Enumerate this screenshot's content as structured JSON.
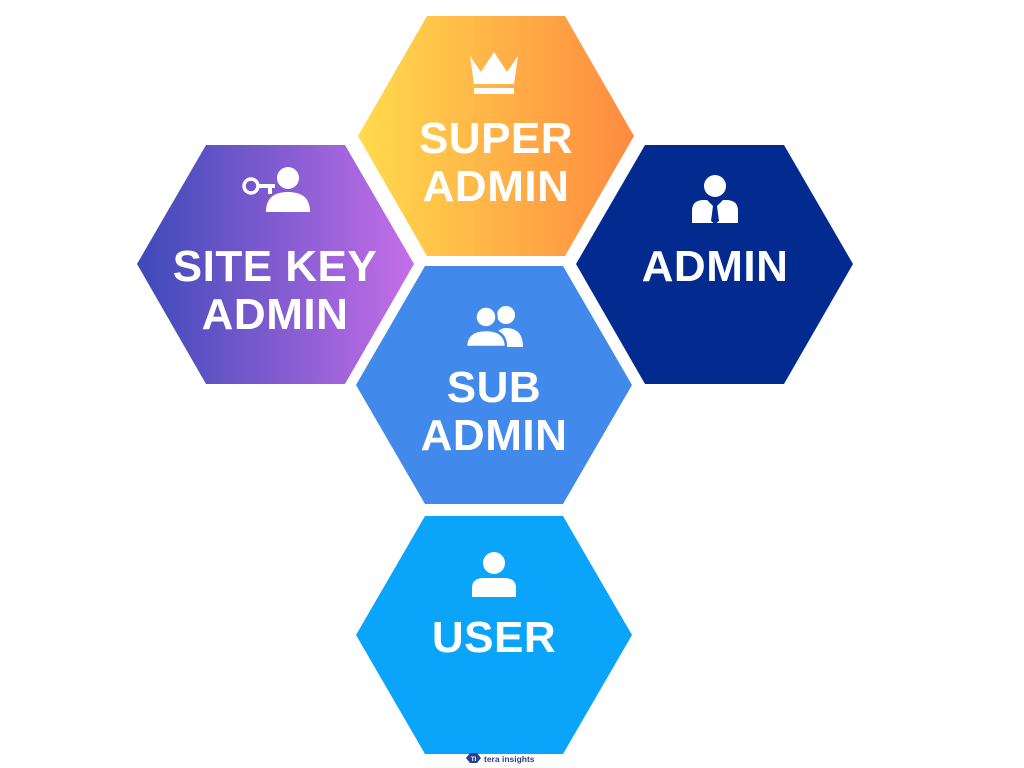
{
  "hexagons": [
    {
      "id": "super-admin",
      "lines": [
        "SUPER",
        "ADMIN"
      ],
      "icon": "crown-icon",
      "fill": "gradient-orange",
      "gradient": [
        "#ffdb4d",
        "#ff8a40"
      ]
    },
    {
      "id": "site-key-admin",
      "lines": [
        "SITE KEY",
        "ADMIN"
      ],
      "icon": "key-user-icon",
      "fill": "gradient-purple",
      "gradient": [
        "#3c49b8",
        "#c56ee8"
      ]
    },
    {
      "id": "admin",
      "lines": [
        "ADMIN"
      ],
      "icon": "businessman-icon",
      "fill": "#032b8f"
    },
    {
      "id": "sub-admin",
      "lines": [
        "SUB",
        "ADMIN"
      ],
      "icon": "users-icon",
      "fill": "#4189ea"
    },
    {
      "id": "user",
      "lines": [
        "USER"
      ],
      "icon": "user-icon",
      "fill": "#0aa5fb"
    }
  ],
  "brand": {
    "text": "tera insights",
    "mark": "TI",
    "color": "#2c3e8f",
    "icon": "tera-insights-logo"
  }
}
